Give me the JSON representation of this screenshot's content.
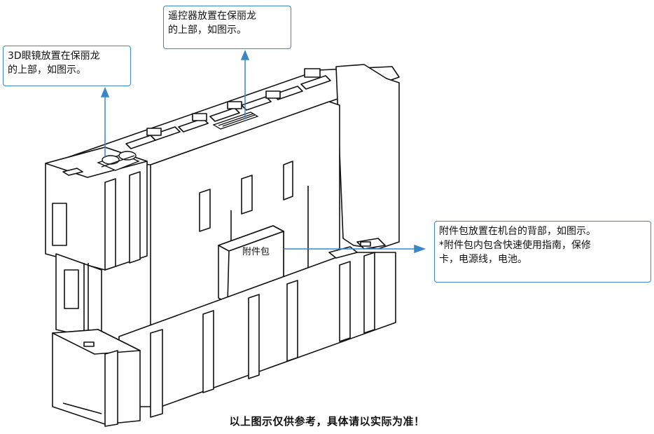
{
  "callouts": {
    "glasses": "3D眼镜放置在保丽龙\n的上部，如图示。",
    "remote": "遥控器放置在保丽龙\n的上部，如图示。",
    "accessory": "附件包放置在机台的背部，如图示。\n*附件包内包含快速使用指南，保修\n卡，电源线，电池。"
  },
  "accessory_box_label": "附件包",
  "footnote": "以上图示仅供参考，具体请以实际为准！",
  "colors": {
    "accent": "#3a86c8",
    "line": "#111111"
  }
}
